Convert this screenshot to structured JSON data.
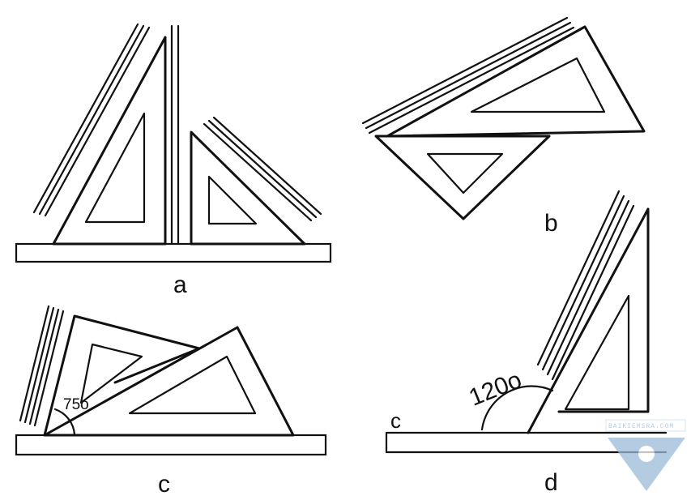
{
  "labels": {
    "a": "a",
    "b": "b",
    "c": "c",
    "d": "d",
    "line_c": "c"
  },
  "angles": {
    "c": "75o",
    "d": "120o"
  },
  "watermark": {
    "text": "BAIKIEMSRA.COM",
    "color": "#9bbbd8"
  }
}
